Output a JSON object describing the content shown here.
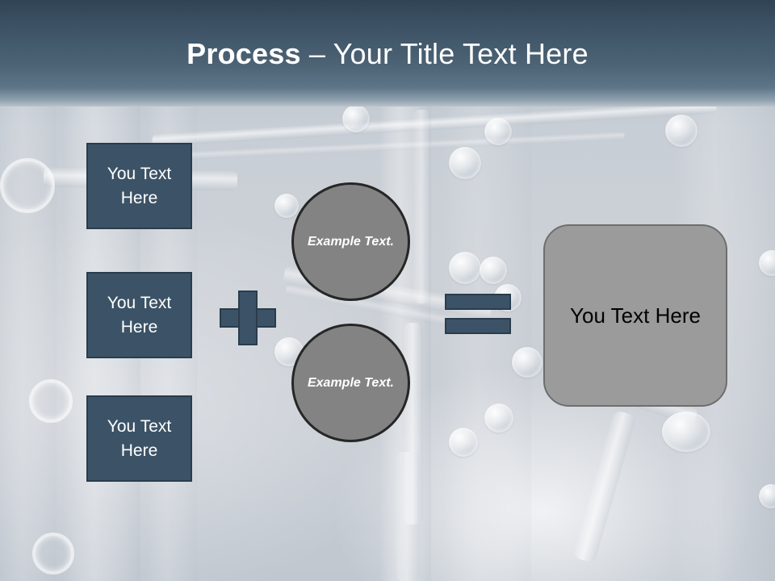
{
  "slide": {
    "title": {
      "bold_part": "Process",
      "rest_part": " – Your Title Text Here",
      "full": "Process – Your Title Text Here"
    },
    "background": {
      "description": "faded metallic machinery photo",
      "base_color": "#c9cfd6",
      "header_top_color": "#2f4354",
      "header_bottom_color": "#bac2ca"
    },
    "input_boxes": [
      {
        "label": "You Text Here"
      },
      {
        "label": "You Text Here"
      },
      {
        "label": "You Text Here"
      }
    ],
    "operators": {
      "plus_symbol": "+",
      "equals_symbol": "="
    },
    "circles": [
      {
        "label": "Example Text."
      },
      {
        "label": "Example Text."
      }
    ],
    "result": {
      "label": "You Text Here"
    },
    "colors": {
      "accent_blue": "#3c5367",
      "accent_blue_border": "#2a3c4c",
      "circle_gray": "#838383",
      "circle_border": "#262626",
      "result_gray": "#9b9b9b",
      "result_border": "#6e6e6e",
      "title_text": "#ffffff"
    }
  }
}
